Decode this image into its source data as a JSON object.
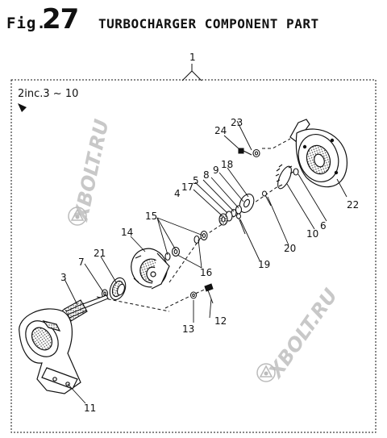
{
  "header": {
    "fig_prefix": "Fig.",
    "fig_number": "27",
    "title": "TURBOCHARGER COMPONENT PART"
  },
  "assembly": {
    "number": "1",
    "includes_note": "2inc.3 ~ 10"
  },
  "watermark": {
    "text": "XBOLT.RU"
  },
  "callouts": [
    "1",
    "2",
    "3",
    "4",
    "5",
    "6",
    "7",
    "8",
    "9",
    "10",
    "11",
    "12",
    "13",
    "14",
    "15",
    "16",
    "17",
    "18",
    "19",
    "20",
    "21",
    "22",
    "23",
    "24"
  ],
  "colors": {
    "ink": "#111111",
    "watermark": "#c8c8c8",
    "background": "#ffffff"
  }
}
